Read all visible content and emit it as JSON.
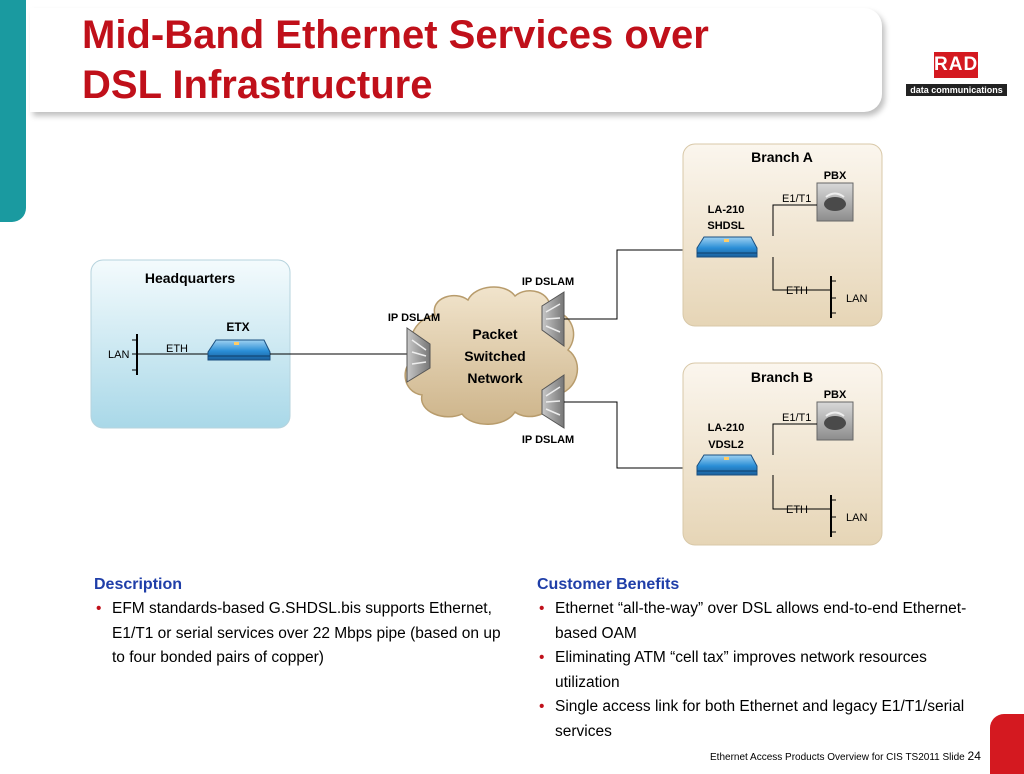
{
  "title": {
    "line1": "Mid-Band Ethernet Services over",
    "line2": "DSL Infrastructure"
  },
  "logo": {
    "brand": "RAD",
    "tagline": "data communications"
  },
  "diagram": {
    "headquarters": {
      "title": "Headquarters",
      "device": "ETX",
      "lan": "LAN",
      "eth": "ETH"
    },
    "network": {
      "cloud_line1": "Packet",
      "cloud_line2": "Switched",
      "cloud_line3": "Network",
      "dslam_left": "IP DSLAM",
      "dslam_top": "IP DSLAM",
      "dslam_bottom": "IP DSLAM"
    },
    "branch_a": {
      "title": "Branch A",
      "pbx": "PBX",
      "e1t1": "E1/T1",
      "device_line1": "LA-210",
      "device_line2": "SHDSL",
      "eth": "ETH",
      "lan": "LAN"
    },
    "branch_b": {
      "title": "Branch B",
      "pbx": "PBX",
      "e1t1": "E1/T1",
      "device_line1": "LA-210",
      "device_line2": "VDSL2",
      "eth": "ETH",
      "lan": "LAN"
    }
  },
  "description": {
    "title": "Description",
    "items": [
      "EFM standards-based G.SHDSL.bis supports Ethernet, E1/T1 or serial services over 22 Mbps pipe (based on up to four bonded pairs of copper)"
    ]
  },
  "benefits": {
    "title": "Customer Benefits",
    "items": [
      "Ethernet “all-the-way” over DSL allows end-to-end Ethernet-based OAM",
      "Eliminating ATM “cell tax” improves network resources utilization",
      "Single access link for both Ethernet and legacy E1/T1/serial services"
    ]
  },
  "footer": {
    "text": "Ethernet Access Products Overview for CIS TS2011 Slide",
    "page": "24"
  },
  "colors": {
    "title": "#c0101a",
    "accent_teal": "#1a9aa0",
    "heading_blue": "#1f3ea8",
    "brand_red": "#d41920"
  }
}
